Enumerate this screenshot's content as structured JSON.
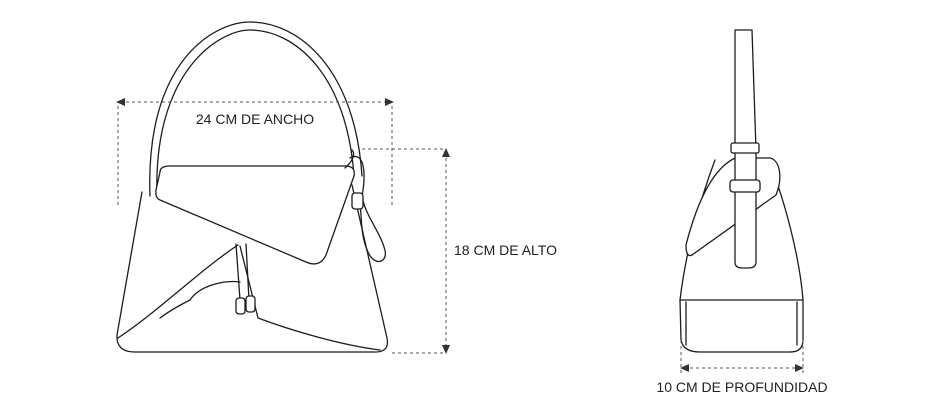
{
  "labels": {
    "width": "24 CM DE ANCHO",
    "height": "18 CM DE ALTO",
    "depth": "10 CM DE PROFUNDIDAD"
  },
  "colors": {
    "line": "#1c1c1c",
    "dimension": "#555555",
    "background": "#ffffff"
  }
}
